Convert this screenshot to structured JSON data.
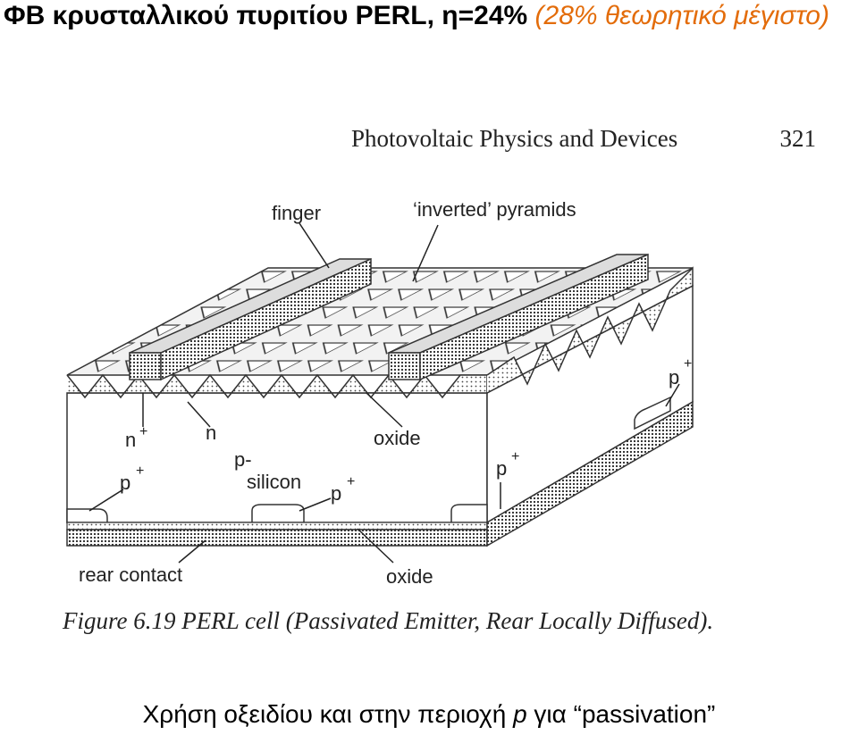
{
  "slide": {
    "title_main": "ΦΒ κρυσταλλικού πυριτίου PERL, η=24%",
    "title_note": "(28% θεωρητικό μέγιστο)",
    "footer_pre": "Χρήση οξειδίου και στην περιοχή ",
    "footer_italic": "p",
    "footer_post": " για “passivation”"
  },
  "book": {
    "header": "Photovoltaic Physics and Devices",
    "page_number": "321",
    "caption": "Figure 6.19  PERL cell (Passivated Emitter, Rear Locally Diffused)."
  },
  "diagram": {
    "labels": {
      "finger": "finger",
      "pyramids": "‘inverted’ pyramids",
      "n_plus": "n",
      "n_plus_sup": "+",
      "n": "n",
      "oxide_top": "oxide",
      "p_plus_left": "p",
      "p_plus_left_sup": "+",
      "p_minus": "p-",
      "silicon": "silicon",
      "p_plus_mid": "p",
      "p_plus_mid_sup": "+",
      "p_plus_right": "p",
      "p_plus_right_sup": "+",
      "p_plus_top_right": "p",
      "p_plus_top_right_sup": "+",
      "rear_contact": "rear contact",
      "oxide_bottom": "oxide"
    }
  }
}
